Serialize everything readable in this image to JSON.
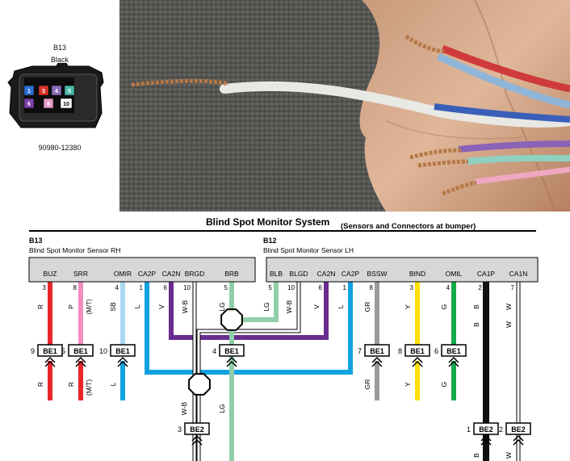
{
  "connector": {
    "id": "B13",
    "color_label": "Black",
    "part_number": "90980-12380",
    "pins": [
      {
        "num": "1",
        "color": "#2f6fd6"
      },
      {
        "num": "3",
        "color": "#d8342b"
      },
      {
        "num": "4",
        "color": "#8a6fb8"
      },
      {
        "num": "5",
        "color": "#49b7a8"
      },
      {
        "num": "6",
        "color": "#7b3fa8"
      },
      {
        "num": "8",
        "color": "#e59ac7"
      },
      {
        "num": "10",
        "color": "#ffffff"
      }
    ]
  },
  "diagram": {
    "title": "Blind Spot Monitor System",
    "subtitle": "(Sensors and Connectors at bumper)",
    "rh": {
      "id": "B13",
      "name": "Blind Spot Monitor Sensor RH",
      "pins": [
        {
          "label": "BUZ",
          "num": "3",
          "wire": "R",
          "color": "#e8262c",
          "junction": "BE1",
          "jpin": "9",
          "wire2": "R",
          "note": ""
        },
        {
          "label": "SRR",
          "num": "8",
          "wire": "P",
          "color": "#ef8fc0",
          "junction": "BE1",
          "jpin": "5",
          "wire2": "R",
          "note": "(M/T)"
        },
        {
          "label": "OMIR",
          "num": "4",
          "wire": "SB",
          "color": "#a9d9f1",
          "junction": "BE1",
          "jpin": "10",
          "wire2": "L",
          "note": ""
        },
        {
          "label": "CA2P",
          "num": "1",
          "wire": "L",
          "color": "#0fa2e0"
        },
        {
          "label": "CA2N",
          "num": "6",
          "wire": "V",
          "color": "#6a2c8f"
        },
        {
          "label": "BRGD",
          "num": "10",
          "wire": "W-B",
          "color": "#ffffff"
        },
        {
          "label": "BRB",
          "num": "5",
          "wire": "LG",
          "color": "#90cfa8",
          "junction": "BE1",
          "jpin": "4",
          "wire2": "LG"
        }
      ]
    },
    "lh": {
      "id": "B12",
      "name": "Blind Spot Monitor Sensor LH",
      "pins": [
        {
          "label": "BLB",
          "num": "5",
          "wire": "LG",
          "color": "#90cfa8"
        },
        {
          "label": "BLGD",
          "num": "10",
          "wire": "W-B",
          "color": "#ffffff"
        },
        {
          "label": "CA2N",
          "num": "6",
          "wire": "V",
          "color": "#6a2c8f"
        },
        {
          "label": "CA2P",
          "num": "1",
          "wire": "L",
          "color": "#0fa2e0"
        },
        {
          "label": "BSSW",
          "num": "8",
          "wire": "GR",
          "color": "#9a9a9a",
          "junction": "BE1",
          "jpin": "7",
          "wire2": "GR"
        },
        {
          "label": "BIND",
          "num": "3",
          "wire": "Y",
          "color": "#ffe000",
          "junction": "BE1",
          "jpin": "8",
          "wire2": "Y"
        },
        {
          "label": "OMIL",
          "num": "4",
          "wire": "G",
          "color": "#14a94b",
          "junction": "BE1",
          "jpin": "6",
          "wire2": "G"
        },
        {
          "label": "CA1P",
          "num": "2",
          "wire": "B",
          "color": "#111111",
          "junction": "BE2",
          "jpin": "1",
          "wire2": "B"
        },
        {
          "label": "CA1N",
          "num": "7",
          "wire": "W",
          "color": "#ffffff",
          "junction": "BE2",
          "jpin": "2",
          "wire2": "W"
        }
      ]
    },
    "bottom": {
      "junction": "BE2",
      "jpin": "3",
      "wire_wb": "W-B",
      "wire_lg": "LG"
    }
  }
}
